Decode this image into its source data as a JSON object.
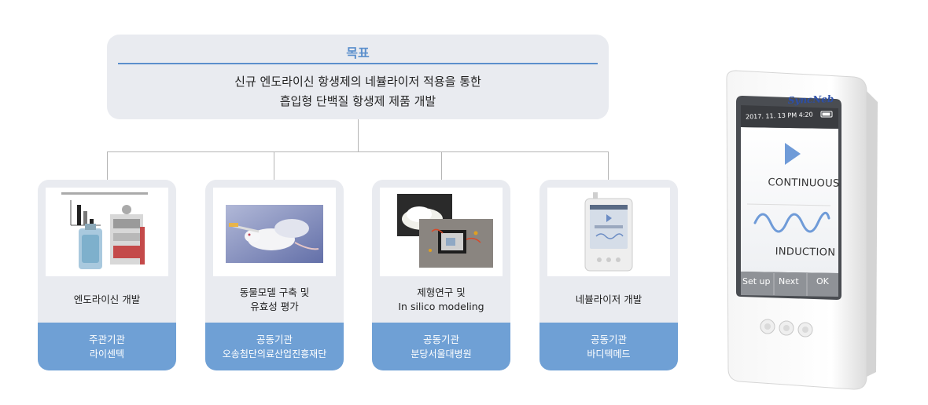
{
  "goal": {
    "title": "목표",
    "line1": "신규 엔도라이신 항생제의 네뷸라이저 적용을 통한",
    "line2": "흡입형 단백질 항생제 제품 개발"
  },
  "cards": [
    {
      "label_line1": "엔도라이신 개발",
      "label_line2": "",
      "role": "주관기관",
      "org": "라이센텍",
      "image_icon": "lab-equipment-photo"
    },
    {
      "label_line1": "동물모델 구축 및",
      "label_line2": "유효성 평가",
      "role": "공동기관",
      "org": "오송첨단의료산업진흥재단",
      "image_icon": "lab-mouse-photo"
    },
    {
      "label_line1": "제형연구 및",
      "label_line2": "In silico modeling",
      "role": "공동기관",
      "org": "분당서울대병원",
      "image_icon": "powder-and-modeling-photo"
    },
    {
      "label_line1": "네뷸라이저 개발",
      "label_line2": "",
      "role": "공동기관",
      "org": "바디텍메드",
      "image_icon": "nebulizer-device-photo"
    }
  ],
  "device": {
    "brand": "SyncNeb",
    "date": "2017. 11. 13 PM 4:20",
    "mode1": "CONTINUOUS",
    "mode2": "INDUCTION",
    "buttons": [
      "Set up",
      "Next",
      "OK"
    ]
  },
  "colors": {
    "accent": "#5b8fcc",
    "card_footer": "#6fa0d5",
    "panel_bg": "#e9ebf0",
    "connector": "#b5b5b5"
  }
}
